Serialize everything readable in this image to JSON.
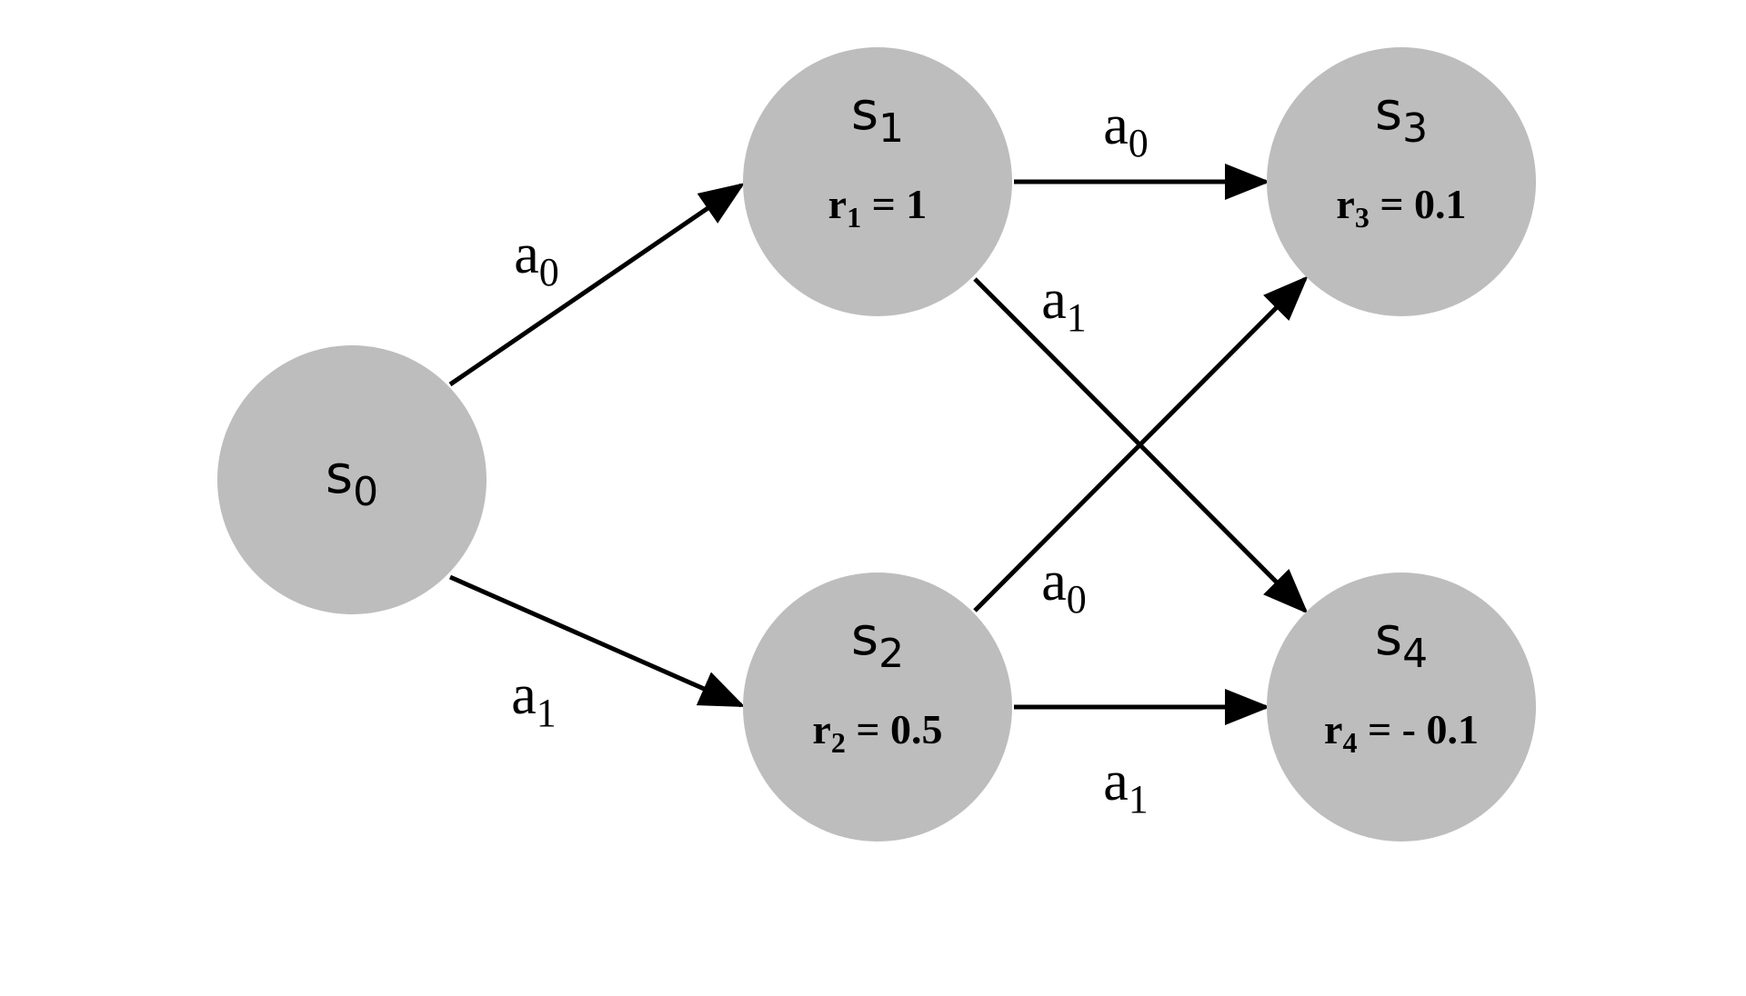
{
  "states": [
    {
      "id": "s0",
      "base": "s",
      "sub": "0",
      "reward": null
    },
    {
      "id": "s1",
      "base": "s",
      "sub": "1",
      "reward": {
        "base": "r",
        "sub": "1",
        "value": "= 1"
      }
    },
    {
      "id": "s2",
      "base": "s",
      "sub": "2",
      "reward": {
        "base": "r",
        "sub": "2",
        "value": "= 0.5"
      }
    },
    {
      "id": "s3",
      "base": "s",
      "sub": "3",
      "reward": {
        "base": "r",
        "sub": "3",
        "value": "= 0.1"
      }
    },
    {
      "id": "s4",
      "base": "s",
      "sub": "4",
      "reward": {
        "base": "r",
        "sub": "4",
        "value": "= - 0.1"
      }
    }
  ],
  "transitions": [
    {
      "from": "s0",
      "to": "s1",
      "action": {
        "base": "a",
        "sub": "0"
      }
    },
    {
      "from": "s0",
      "to": "s2",
      "action": {
        "base": "a",
        "sub": "1"
      }
    },
    {
      "from": "s1",
      "to": "s3",
      "action": {
        "base": "a",
        "sub": "0"
      }
    },
    {
      "from": "s1",
      "to": "s4",
      "action": {
        "base": "a",
        "sub": "1"
      }
    },
    {
      "from": "s2",
      "to": "s3",
      "action": {
        "base": "a",
        "sub": "0"
      }
    },
    {
      "from": "s2",
      "to": "s4",
      "action": {
        "base": "a",
        "sub": "1"
      }
    }
  ],
  "colors": {
    "node_fill": "#bdbdbd",
    "edge": "#000000",
    "text": "#000000"
  }
}
